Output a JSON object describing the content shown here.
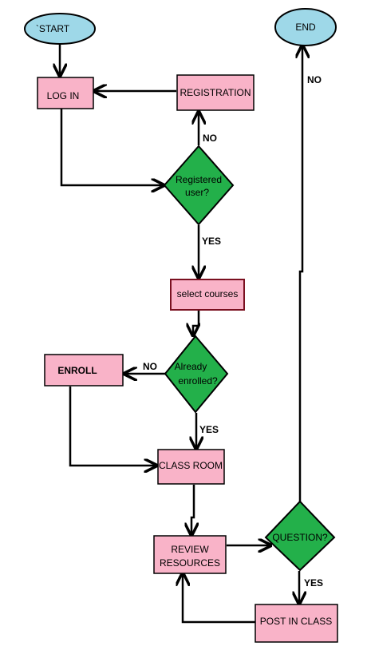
{
  "nodes": {
    "start": "`START",
    "end": "END",
    "login": "LOG IN",
    "registration": "REGISTRATION",
    "registered_line1": "Registered",
    "registered_line2": "user?",
    "select_courses": "select courses",
    "already_line1": "Already",
    "already_line2": "enrolled?",
    "enroll": "ENROLL",
    "classroom": "CLASS ROOM",
    "review_line1": "REVIEW",
    "review_line2": "RESOURCES",
    "question": "QUESTION?",
    "post": "POST IN CLASS"
  },
  "edge_labels": {
    "reg_no": "NO",
    "reg_yes": "YES",
    "enr_no": "NO",
    "enr_yes": "YES",
    "q_no": "NO",
    "q_yes": "YES"
  },
  "colors": {
    "terminal": "#9ed8e8",
    "process": "#f9b3c8",
    "decision": "#23b04a",
    "process_border_dark": "#7a1020",
    "stroke": "#000000"
  }
}
